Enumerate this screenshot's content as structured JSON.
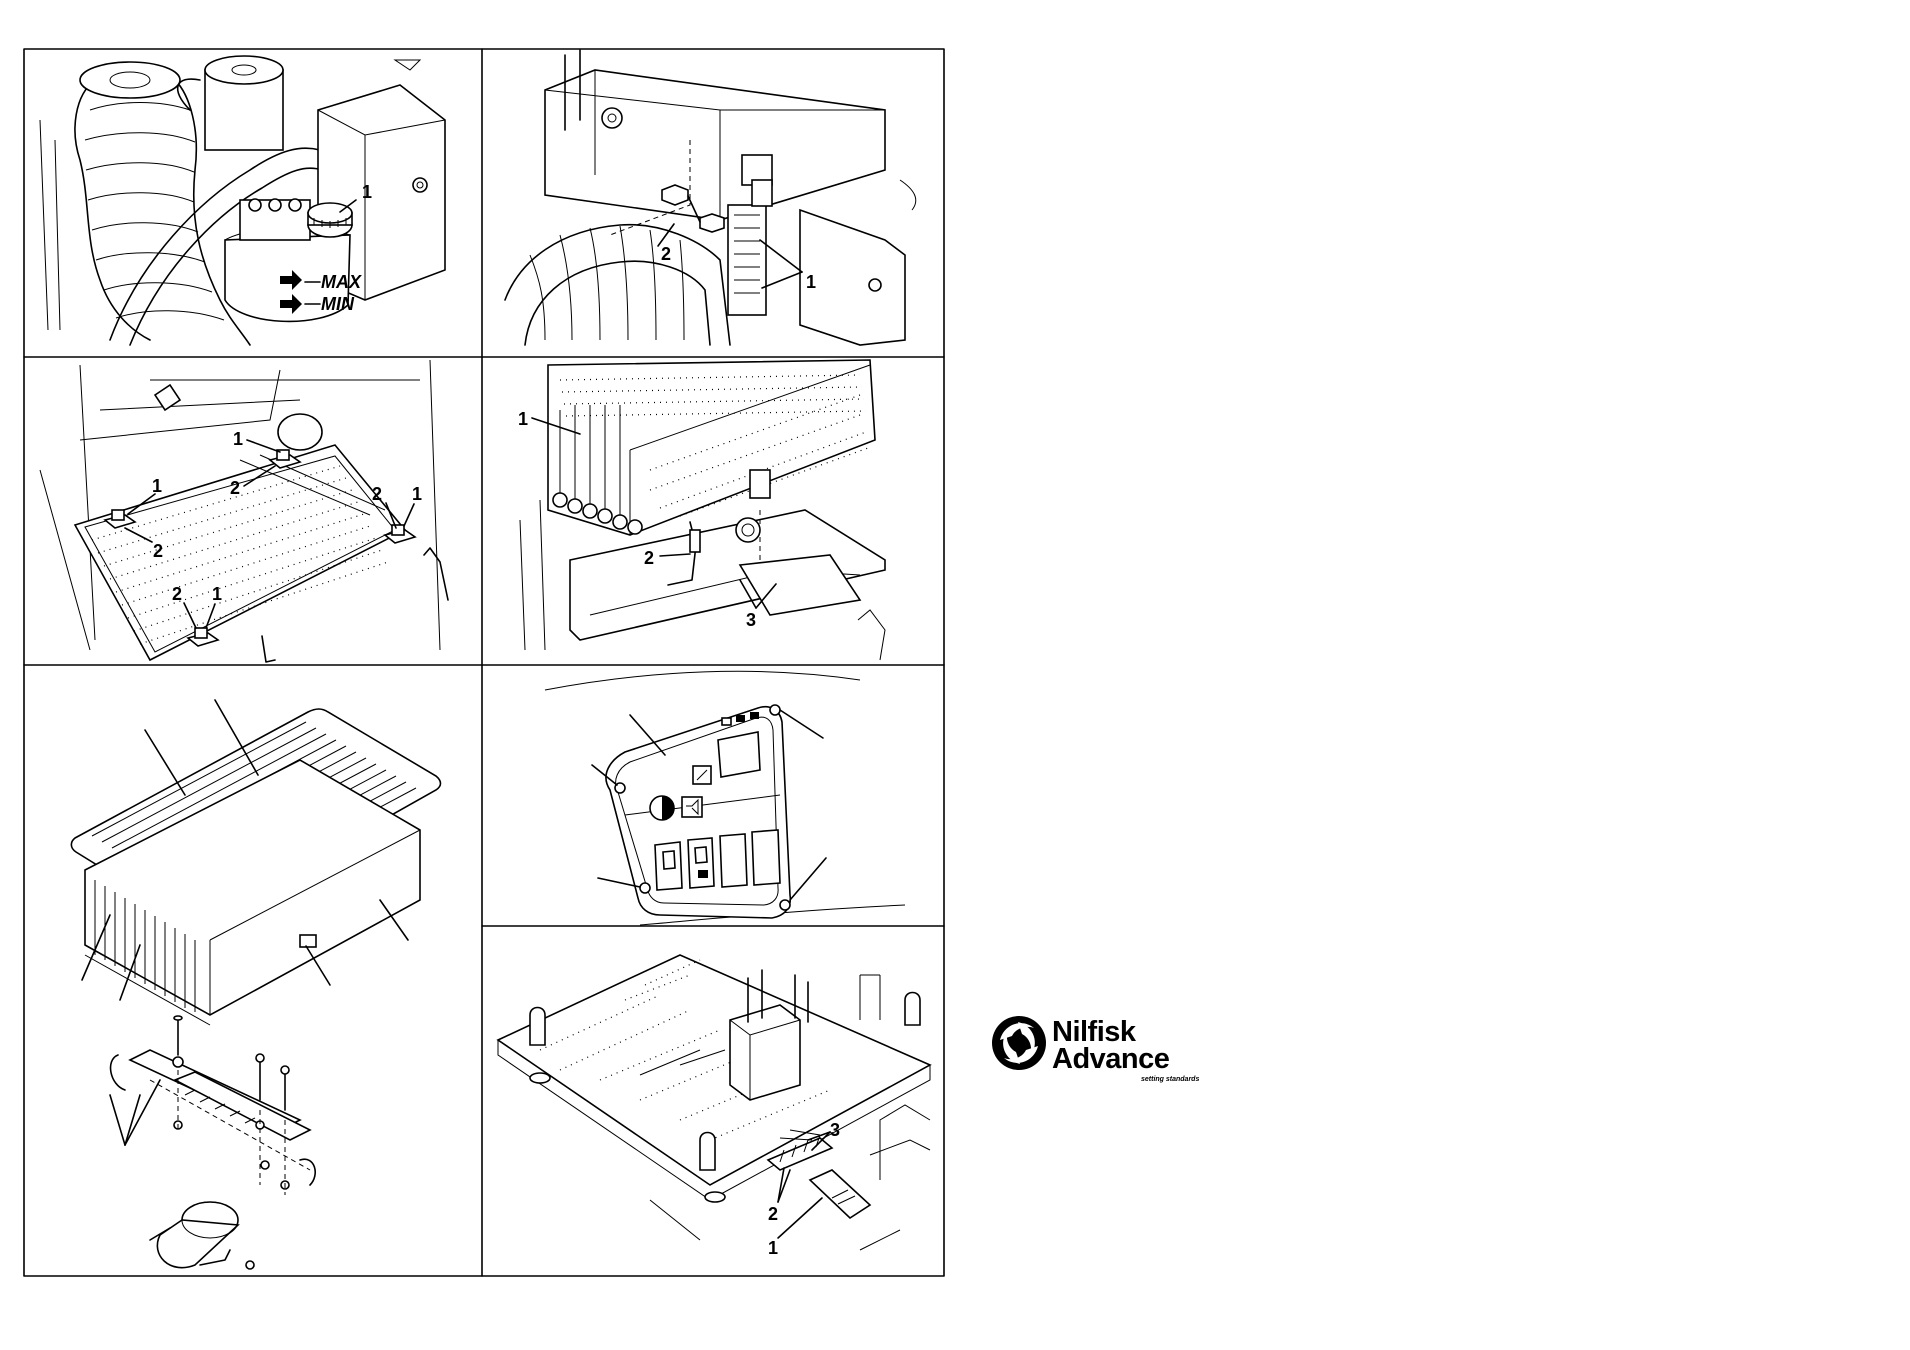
{
  "panels": {
    "p1": {
      "level_max": "MAX",
      "level_min": "MIN",
      "callouts": [
        "1"
      ]
    },
    "p2": {
      "callouts": [
        "1",
        "2"
      ]
    },
    "p3": {
      "callouts": [
        "1",
        "1",
        "1",
        "1",
        "2",
        "2",
        "2",
        "2"
      ]
    },
    "p4": {
      "callouts": [
        "1",
        "2",
        "3"
      ]
    },
    "p5": {
      "callouts": []
    },
    "p6": {
      "callouts": []
    },
    "p7": {
      "callouts": [
        "1",
        "2",
        "3"
      ]
    }
  },
  "brand": {
    "line1": "Nilfisk",
    "line2": "Advance",
    "tagline": "setting standards"
  }
}
